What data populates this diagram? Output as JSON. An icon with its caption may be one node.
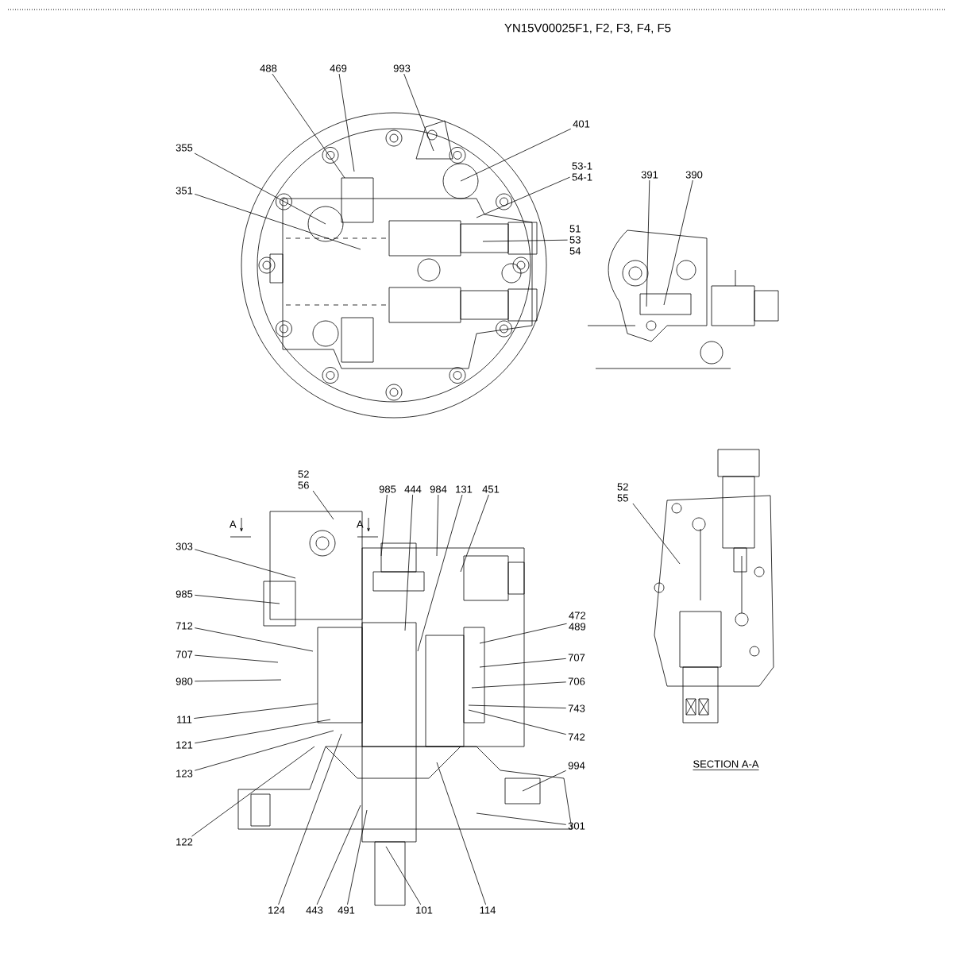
{
  "diagram": {
    "title": "YN15V00025F1, F2, F3, F4, F5",
    "nodes": [
      {
        "text": [
          "488"
        ]
      },
      {
        "text": [
          "469"
        ]
      },
      {
        "text": [
          "993"
        ]
      },
      {
        "text": [
          "401"
        ]
      },
      {
        "text": [
          "355"
        ]
      },
      {
        "text": [
          "53-1 54-1"
        ]
      },
      {
        "text": [
          "391"
        ]
      },
      {
        "text": [
          "390"
        ]
      },
      {
        "text": [
          "351"
        ]
      },
      {
        "text": [
          "51 53 54"
        ]
      },
      {
        "text": [
          "52 56"
        ]
      },
      {
        "text": [
          "985"
        ]
      },
      {
        "text": [
          "444"
        ]
      },
      {
        "text": [
          "984"
        ]
      },
      {
        "text": [
          "131"
        ]
      },
      {
        "text": [
          "451"
        ]
      },
      {
        "text": [
          "52 55"
        ]
      },
      {
        "text": [
          "303"
        ]
      },
      {
        "text": [
          "985"
        ]
      },
      {
        "text": [
          "472 489"
        ]
      },
      {
        "text": [
          "712"
        ]
      },
      {
        "text": [
          "707"
        ]
      },
      {
        "text": [
          "707"
        ]
      },
      {
        "text": [
          "980"
        ]
      },
      {
        "text": [
          "706"
        ]
      },
      {
        "text": [
          "743"
        ]
      },
      {
        "text": [
          "111"
        ]
      },
      {
        "text": [
          "742"
        ]
      },
      {
        "text": [
          "121"
        ]
      },
      {
        "text": [
          "994"
        ]
      },
      {
        "text": [
          "123"
        ]
      },
      {
        "text": [
          "301"
        ]
      },
      {
        "text": [
          "122"
        ]
      },
      {
        "text": [
          "124"
        ]
      },
      {
        "text": [
          "443"
        ]
      },
      {
        "text": [
          "491"
        ]
      },
      {
        "text": [
          "101"
        ]
      },
      {
        "text": [
          "114"
        ]
      }
    ],
    "edges": [
      {
        "from": 0,
        "to": null,
        "arrow": "none"
      },
      {
        "from": 1,
        "to": null,
        "arrow": "none"
      },
      {
        "from": 2,
        "to": null,
        "arrow": "none"
      },
      {
        "from": 3,
        "to": null,
        "arrow": "none"
      },
      {
        "from": 4,
        "to": null,
        "arrow": "none"
      },
      {
        "from": 5,
        "to": null,
        "arrow": "none"
      },
      {
        "from": 6,
        "to": null,
        "arrow": "none"
      },
      {
        "from": 7,
        "to": null,
        "arrow": "none"
      },
      {
        "from": 8,
        "to": null,
        "arrow": "none"
      },
      {
        "from": 9,
        "to": null,
        "arrow": "none"
      },
      {
        "from": 10,
        "to": null,
        "arrow": "none"
      },
      {
        "from": 11,
        "to": null,
        "arrow": "none"
      },
      {
        "from": 12,
        "to": null,
        "arrow": "none"
      },
      {
        "from": 13,
        "to": null,
        "arrow": "none"
      },
      {
        "from": 14,
        "to": null,
        "arrow": "none"
      },
      {
        "from": 15,
        "to": null,
        "arrow": "none"
      },
      {
        "from": 16,
        "to": null,
        "arrow": "none"
      },
      {
        "from": 17,
        "to": null,
        "arrow": "none"
      },
      {
        "from": 18,
        "to": null,
        "arrow": "none"
      },
      {
        "from": 19,
        "to": null,
        "arrow": "none"
      },
      {
        "from": 20,
        "to": null,
        "arrow": "none"
      },
      {
        "from": 21,
        "to": null,
        "arrow": "none"
      },
      {
        "from": 22,
        "to": null,
        "arrow": "none"
      },
      {
        "from": 23,
        "to": null,
        "arrow": "none"
      },
      {
        "from": 24,
        "to": null,
        "arrow": "none"
      },
      {
        "from": 25,
        "to": null,
        "arrow": "none"
      },
      {
        "from": 26,
        "to": null,
        "arrow": "none"
      },
      {
        "from": 27,
        "to": null,
        "arrow": "none"
      },
      {
        "from": 28,
        "to": null,
        "arrow": "none"
      },
      {
        "from": 29,
        "to": null,
        "arrow": "none"
      },
      {
        "from": 30,
        "to": null,
        "arrow": "none"
      },
      {
        "from": 31,
        "to": null,
        "arrow": "none"
      },
      {
        "from": 32,
        "to": null,
        "arrow": "none"
      },
      {
        "from": 33,
        "to": null,
        "arrow": "none"
      },
      {
        "from": 34,
        "to": null,
        "arrow": "none"
      },
      {
        "from": 35,
        "to": null,
        "arrow": "none"
      },
      {
        "from": 36,
        "to": null,
        "arrow": "none"
      },
      {
        "from": 37,
        "to": null,
        "arrow": "none"
      }
    ],
    "labels": [
      "A",
      "A",
      "SECTION A-A"
    ]
  }
}
